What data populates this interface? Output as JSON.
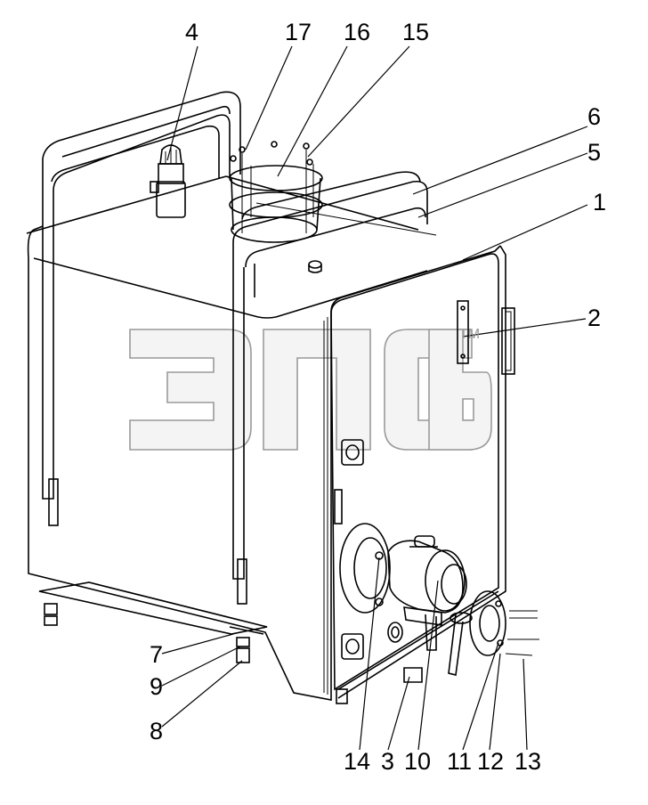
{
  "drawing": {
    "part_labels": [
      "4",
      "17",
      "16",
      "15",
      "6",
      "5",
      "1",
      "2",
      "7",
      "9",
      "8",
      "14",
      "3",
      "10",
      "11",
      "12",
      "13"
    ],
    "watermark_mark": "TM",
    "colors": {
      "line": "#000000",
      "fill": "#ffffff",
      "shade": "#d8d8d8",
      "watermark": "#a0a0a0"
    }
  }
}
